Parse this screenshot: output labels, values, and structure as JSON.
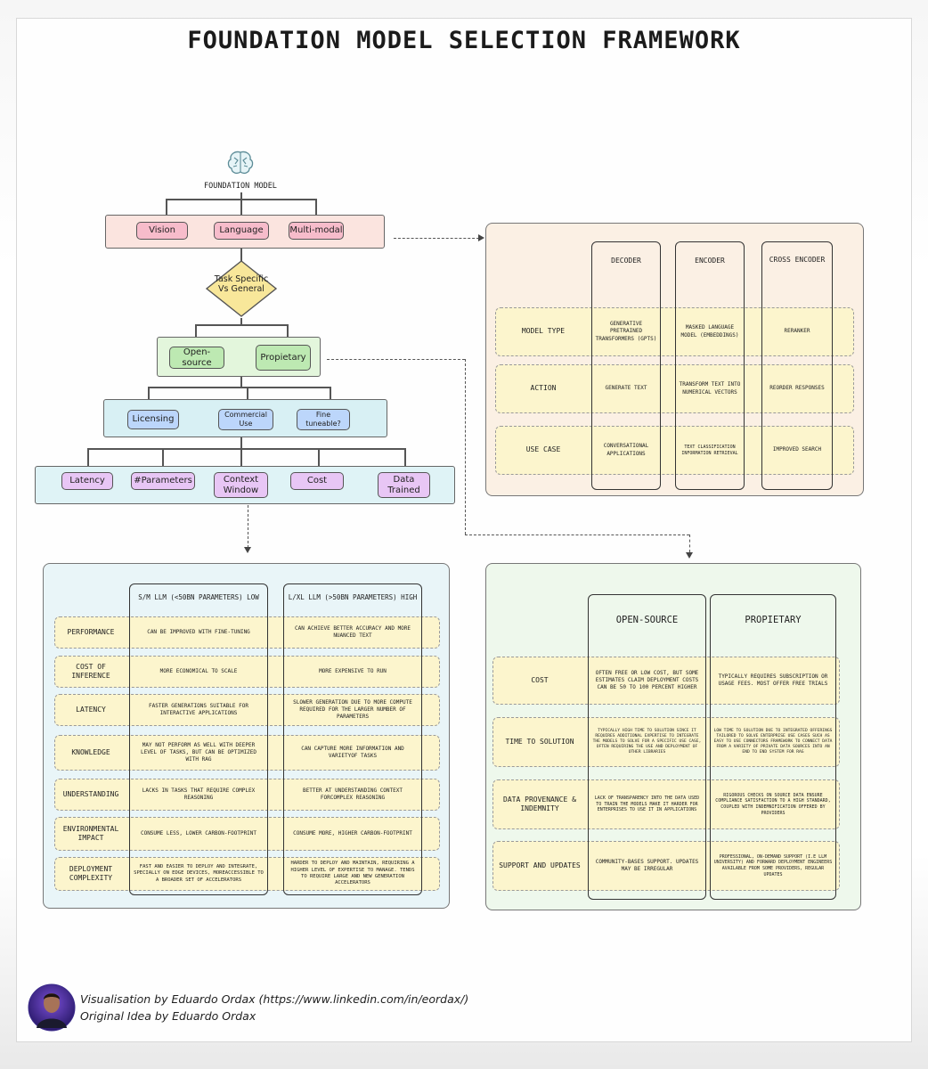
{
  "title": "FOUNDATION MODEL SELECTION FRAMEWORK",
  "flow": {
    "root": "FOUNDATION MODEL",
    "modalities": [
      "Vision",
      "Language",
      "Multi-modal"
    ],
    "decision": "Task Specific Vs General",
    "access": [
      "Open-source",
      "Propietary"
    ],
    "considerations": [
      "Licensing",
      "Commercial Use",
      "Fine tuneable?"
    ],
    "factors": [
      "Latency",
      "#Parameters",
      "Context Window",
      "Cost",
      "Data Trained"
    ]
  },
  "architecture": {
    "columns": [
      "DECODER",
      "ENCODER",
      "CROSS ENCODER"
    ],
    "rows": [
      {
        "label": "MODEL TYPE",
        "cells": [
          "GENERATIVE PRETRAINED TRANSFORMERS (GPTS)",
          "MASKED LANGUAGE MODEL (EMBEDDINGS)",
          "RERANKER"
        ]
      },
      {
        "label": "ACTION",
        "cells": [
          "GENERATE TEXT",
          "TRANSFORM TEXT INTO NUMERICAL VECTORS",
          "REORDER RESPONSES"
        ]
      },
      {
        "label": "USE CASE",
        "cells": [
          "CONVERSATIONAL APPLICATIONS",
          "TEXT CLASSIFICATION INFORMATION RETRIEVAL",
          "IMPROVED SEARCH"
        ]
      }
    ]
  },
  "size": {
    "columns": [
      "S/M LLM (<50bn PARAMETERS) LOW",
      "L/XL LLM (>50bn PARAMETERS) HIGH"
    ],
    "rows": [
      {
        "label": "PERFORMANCE",
        "cells": [
          "CAN BE IMPROVED WITH FINE-TUNING",
          "CAN ACHIEVE BETTER ACCURACY AND MORE NUANCED TEXT"
        ]
      },
      {
        "label": "COST OF INFERENCE",
        "cells": [
          "MORE ECONOMICAL TO SCALE",
          "MORE EXPENSIVE TO RUN"
        ]
      },
      {
        "label": "LATENCY",
        "cells": [
          "FASTER GENERATIONS SUITABLE FOR INTERACTIVE APPLICATIONS",
          "SLOWER GENERATION DUE TO MORE COMPUTE REQUIRED FOR THE LARGER NUMBER OF PARAMETERS"
        ]
      },
      {
        "label": "KNOWLEDGE",
        "cells": [
          "MAY NOT PERFORM AS WELL WITH DEEPER LEVEL OF TASKS, BUT CAN BE OPTIMIZED WITH RAG",
          "CAN CAPTURE MORE INFORMATION AND VARIETYOF TASKS"
        ]
      },
      {
        "label": "UNDERSTANDING",
        "cells": [
          "LACKS IN TASKS THAT REQUIRE COMPLEX REASONING",
          "BETTER AT UNDERSTANDING CONTEXT FORCOMPLEX REASONING"
        ]
      },
      {
        "label": "ENVIRONMENTAL IMPACT",
        "cells": [
          "CONSUME LESS, LOWER CARBON-FOOTPRINT",
          "CONSUME MORE, HIGHER CARBON-FOOTPRINT"
        ]
      },
      {
        "label": "DEPLOYMENT COMPLEXITY",
        "cells": [
          "FAST AND EASIER TO DEPLOY AND INTEGRATE, SPECIALLY ON EDGE DEVICES, MOREACCESSIBLE TO A BROADER SET OF ACCELERATORS",
          "HARDER TO DEPLOY AND MAINTAIN, REQUIRING A HIGHER LEVEL OF EXPERTISE TO MANAGE. TENDS TO REQUIRE LARGE AND NEW GENERATION ACCELERATORS"
        ]
      }
    ]
  },
  "access_compare": {
    "columns": [
      "OPEN-SOURCE",
      "PROPIETARY"
    ],
    "rows": [
      {
        "label": "COST",
        "cells": [
          "OFTEN FREE OR LOW COST, BUT SOME ESTIMATES CLAIM DEPLOYMENT COSTS CAN BE 50 TO 100 PERCENT HIGHER",
          "TYPICALLY REQUIRES SUBSCRIPTION OR USAGE FEES. MOST OFFER FREE TRIALS"
        ]
      },
      {
        "label": "TIME TO SOLUTION",
        "cells": [
          "TYPICALLY HIGH TIME TO SOLUTION SINCE IT REQUIRES ADDITIONAL EXPERTISE TO INTEGRATE THE MODELS TO SOLVE FOR A SPECIFIC USE CASE, OFTEN REQUIRING THE USE AND DEPLOYMENT OF OTHER LIBRARIES",
          "LOW TIME TO SOLUTION DUE TO INTEGRATED OFFERINGS TAILORED TO SOLVE ENTERPRISE USE CASES SUCH AS EASY TO USE CONNECTORS FRAMEWORK TO CONNECT DATA FROM A VARIETY OF PRIVATE DATA SOURCES INTO AN END TO END SYSTEM FOR RAG"
        ]
      },
      {
        "label": "DATA PROVENANCE & INDEMNITY",
        "cells": [
          "LACK OF TRANSPARENCY INTO THE DATA USED TO TRAIN THE MODELS MAKE IT HARDER FOR ENTERPRISES TO USE IT IN APPLICATIONS",
          "RIGOROUS CHECKS ON SOURCE DATA ENSURE COMPLIANCE SATISFACTION TO A HIGH STANDARD, COUPLED WITH INDEMNIFICATION OFFERED BY PROVIDERS"
        ]
      },
      {
        "label": "SUPPORT AND UPDATES",
        "cells": [
          "COMMUNITY-BASES SUPPORT. UPDATES MAY BE IRREGULAR",
          "PROFESSIONAL, ON-DEMAND SUPPORT (I.E LLM UNIVERSITY) AND FORWARD DEPLOYMENT ENGINEERS AVAILABLE FROM SOME PROVIDERS, REGULAR UPDATES"
        ]
      }
    ]
  },
  "footer": {
    "line1": "Visualisation by Eduardo Ordax (https://www.linkedin.com/in/eordax/)",
    "line2": "Original Idea by Eduardo Ordax"
  },
  "colors": {
    "modality_band": "#fbe4df",
    "modality_chip": "#f7bccb",
    "decision": "#f8e79a",
    "access_band": "#e3f6dc",
    "access_chip": "#bde9b2",
    "consider_band": "#d8f0f4",
    "consider_chip": "#bcd6fb",
    "factor_band": "#dff3f6",
    "factor_chip": "#e8c6f5",
    "arch_panel": "#fbf0e4",
    "size_panel": "#e9f5f8",
    "access_panel": "#eef8ec",
    "row_fill": "#fcf5cd"
  },
  "icons": [
    "brain-icon",
    "avatar"
  ]
}
